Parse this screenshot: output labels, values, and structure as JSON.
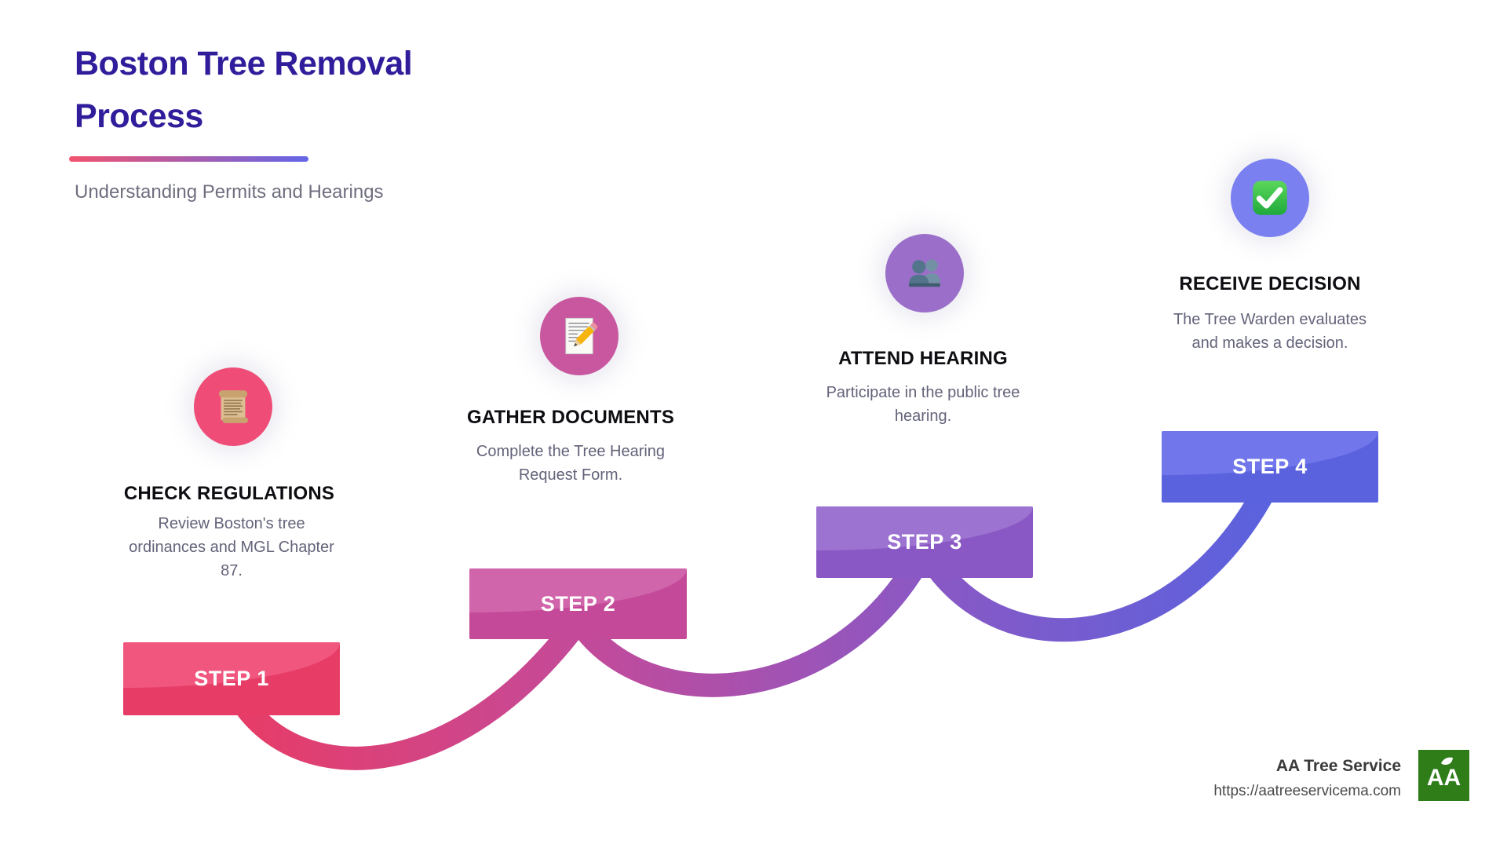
{
  "header": {
    "title": "Boston Tree Removal Process",
    "subtitle": "Understanding Permits and Hearings"
  },
  "steps": [
    {
      "label": "STEP 1",
      "title": "CHECK REGULATIONS",
      "description": "Review Boston's tree ordinances and MGL Chapter 87.",
      "icon": "scroll-icon",
      "circle_color": "#EF4D78",
      "box_color": "#E73C66",
      "box_gloss_color": "#F0567E"
    },
    {
      "label": "STEP 2",
      "title": "GATHER DOCUMENTS",
      "description": "Complete the Tree Hearing Request Form.",
      "icon": "memo-icon",
      "circle_color": "#C8579F",
      "box_color": "#C44A99",
      "box_gloss_color": "#D165AB"
    },
    {
      "label": "STEP 3",
      "title": "ATTEND HEARING",
      "description": "Participate in the public tree hearing.",
      "icon": "people-icon",
      "circle_color": "#9B6FC9",
      "box_color": "#8A58C4",
      "box_gloss_color": "#9C73D0"
    },
    {
      "label": "STEP 4",
      "title": "RECEIVE DECISION",
      "description": "The Tree Warden evaluates and makes a decision.",
      "icon": "check-icon",
      "circle_color": "#7A80F0",
      "box_color": "#5A62DE",
      "box_gloss_color": "#7177EB"
    }
  ],
  "footer": {
    "company": "AA Tree Service",
    "url": "https://aatreeservicema.com",
    "logo_text": "AA",
    "logo_color": "#2E7D19"
  },
  "colors": {
    "title": "#2F1D9B",
    "subtitle": "#6E6E7E",
    "step_title": "#0D0D12",
    "step_description": "#63637A",
    "underline_from": "#F2536F",
    "underline_to": "#6366E8",
    "connector_gradient": [
      "#E73C66",
      "#C44A99",
      "#8A58C4",
      "#5A62DE"
    ]
  }
}
